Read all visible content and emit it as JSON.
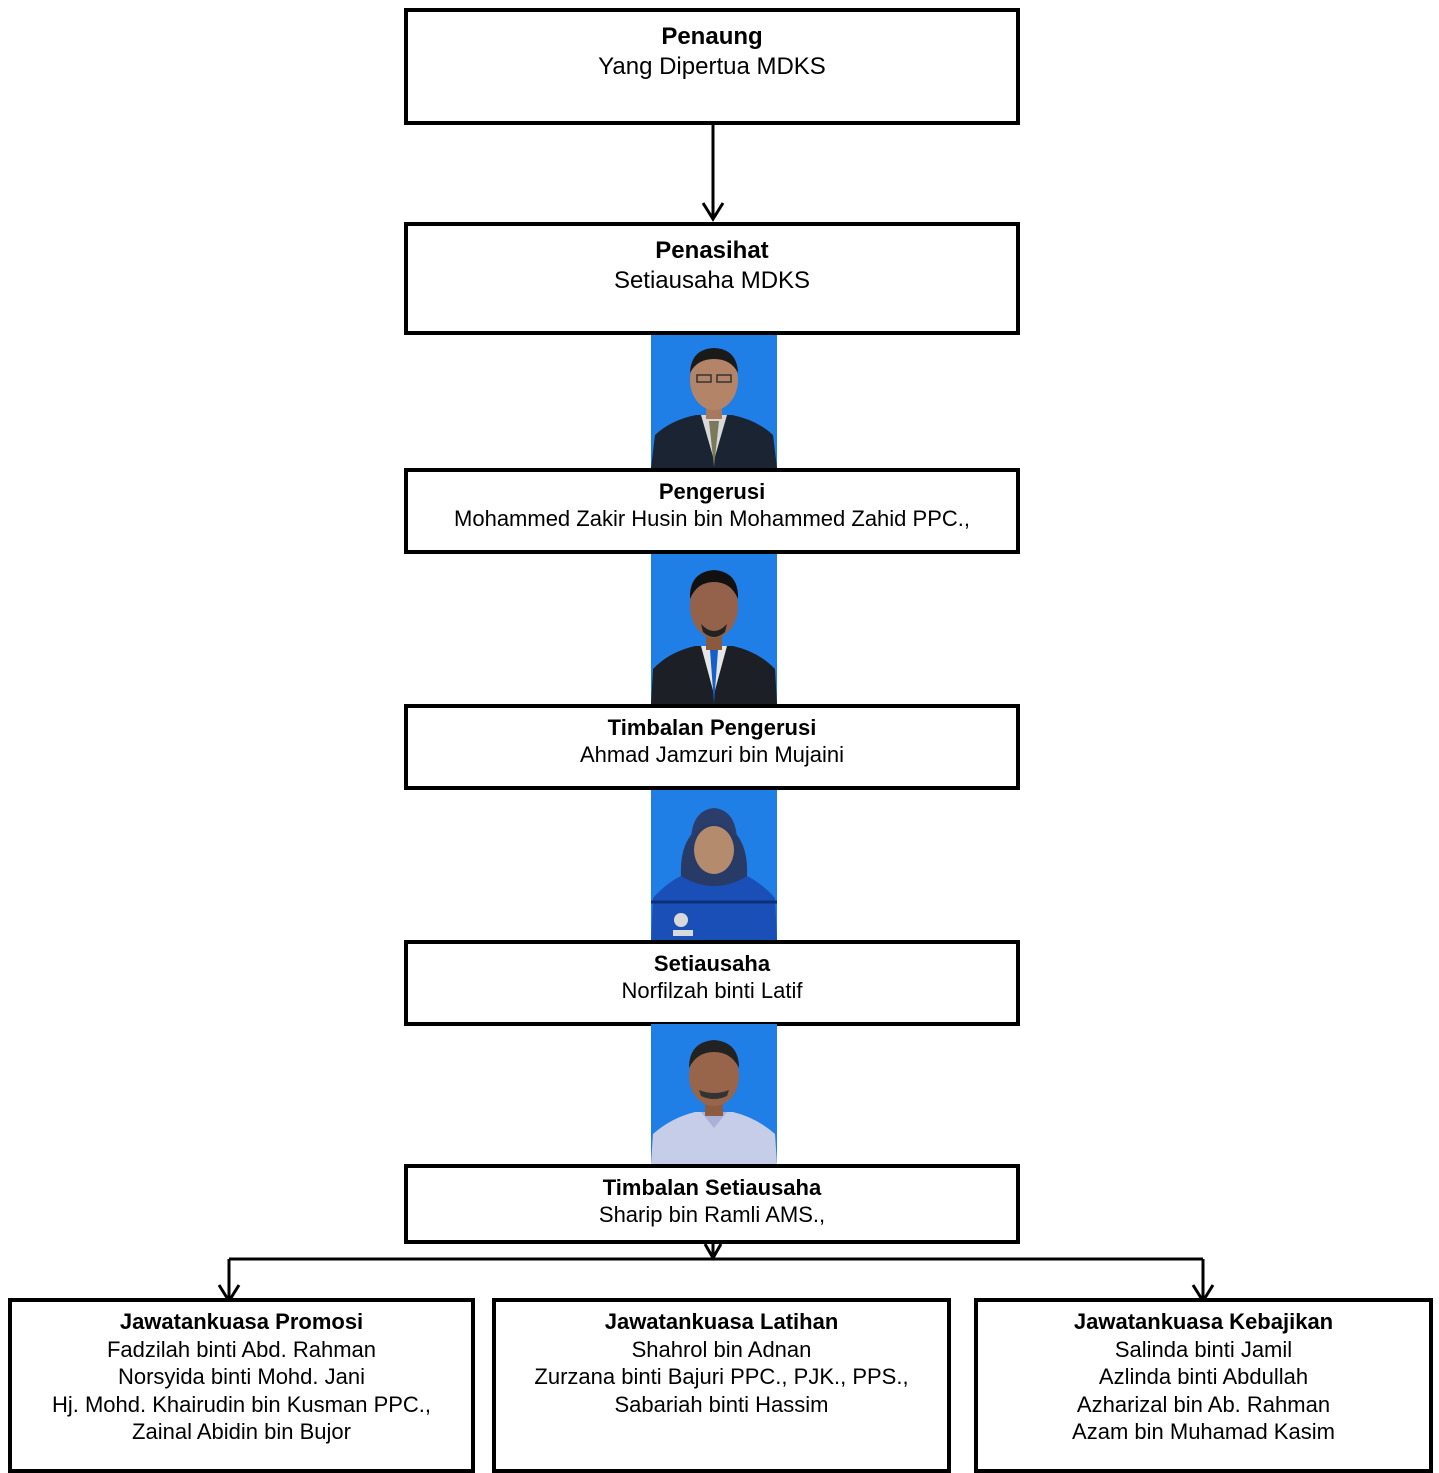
{
  "penaung": {
    "title": "Penaung",
    "name": "Yang Dipertua MDKS"
  },
  "penasihat": {
    "title": "Penasihat",
    "name": "Setiausaha MDKS"
  },
  "pengerusi": {
    "title": "Pengerusi",
    "name": "Mohammed Zakir Husin bin Mohammed Zahid PPC.,"
  },
  "timbalan_pengerusi": {
    "title": "Timbalan Pengerusi",
    "name": "Ahmad Jamzuri bin Mujaini"
  },
  "setiausaha": {
    "title": "Setiausaha",
    "name": "Norfilzah binti Latif"
  },
  "timbalan_setiausaha": {
    "title": "Timbalan Setiausaha",
    "name": "Sharip bin Ramli  AMS.,"
  },
  "committees": [
    {
      "title": "Jawatankuasa Promosi",
      "members": [
        "Fadzilah binti Abd. Rahman",
        "Norsyida binti Mohd. Jani",
        "Hj. Mohd. Khairudin bin Kusman PPC.,",
        "Zainal Abidin bin Bujor"
      ]
    },
    {
      "title": "Jawatankuasa Latihan",
      "members": [
        "Shahrol bin Adnan",
        "Zurzana binti Bajuri PPC., PJK., PPS.,",
        "Sabariah binti Hassim"
      ]
    },
    {
      "title": "Jawatankuasa Kebajikan",
      "members": [
        "Salinda binti Jamil",
        "Azlinda binti Abdullah",
        "Azharizal bin Ab. Rahman",
        "Azam bin Muhamad Kasim"
      ]
    }
  ],
  "colors": {
    "photo_background": "#1f7fe6",
    "border": "#000000"
  }
}
